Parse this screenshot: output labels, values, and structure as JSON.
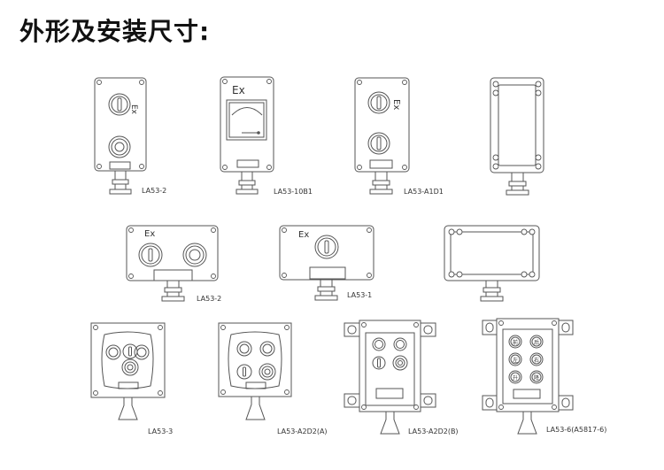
{
  "page": {
    "title": "外形及安装尺寸:"
  },
  "models": [
    {
      "label": "LA53-2"
    },
    {
      "label": "LA53-10B1"
    },
    {
      "label": "LA53-A1D1"
    },
    {
      "label": "LA53-2"
    },
    {
      "label": "LA53-1"
    },
    {
      "label": "LA53-3"
    },
    {
      "label": "LA53-A2D2(A)"
    },
    {
      "label": "LA53-A2D2(B)"
    },
    {
      "label": "LA53-6(A5817-6)"
    }
  ],
  "marks": {
    "ex": "Ex"
  },
  "button_labels": [
    "前",
    "后",
    "左",
    "右",
    "升",
    "降"
  ],
  "colors": {
    "line": "#555555",
    "text": "#333333",
    "title": "#111111"
  }
}
